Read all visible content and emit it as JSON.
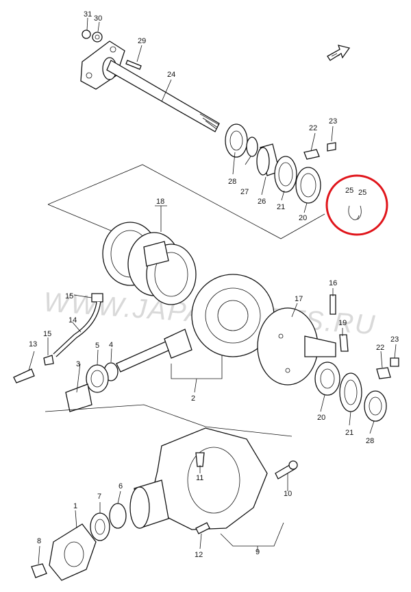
{
  "watermark": "WWW.JAPANCARTS.RU",
  "colors": {
    "highlight": "#e0151b",
    "line": "#111111",
    "background": "#ffffff"
  },
  "fwd_icon": "fwd-arrow-icon",
  "labels": {
    "p1": "1",
    "p2": "2",
    "p3": "3",
    "p4": "4",
    "p5": "5",
    "p6": "6",
    "p7": "7",
    "p8": "8",
    "p9": "9",
    "p10": "10",
    "p11": "11",
    "p12": "12",
    "p13": "13",
    "p14": "14",
    "p15a": "15",
    "p15b": "15",
    "p16": "16",
    "p17": "17",
    "p18": "18",
    "p19": "19",
    "p20a": "20",
    "p20b": "20",
    "p21a": "21",
    "p21b": "21",
    "p22a": "22",
    "p22b": "22",
    "p23a": "23",
    "p23b": "23",
    "p24": "24",
    "p25a": "25",
    "p25b": "25",
    "p26": "26",
    "p27": "27",
    "p28a": "28",
    "p28b": "28",
    "p29": "29",
    "p30": "30",
    "p31": "31"
  }
}
